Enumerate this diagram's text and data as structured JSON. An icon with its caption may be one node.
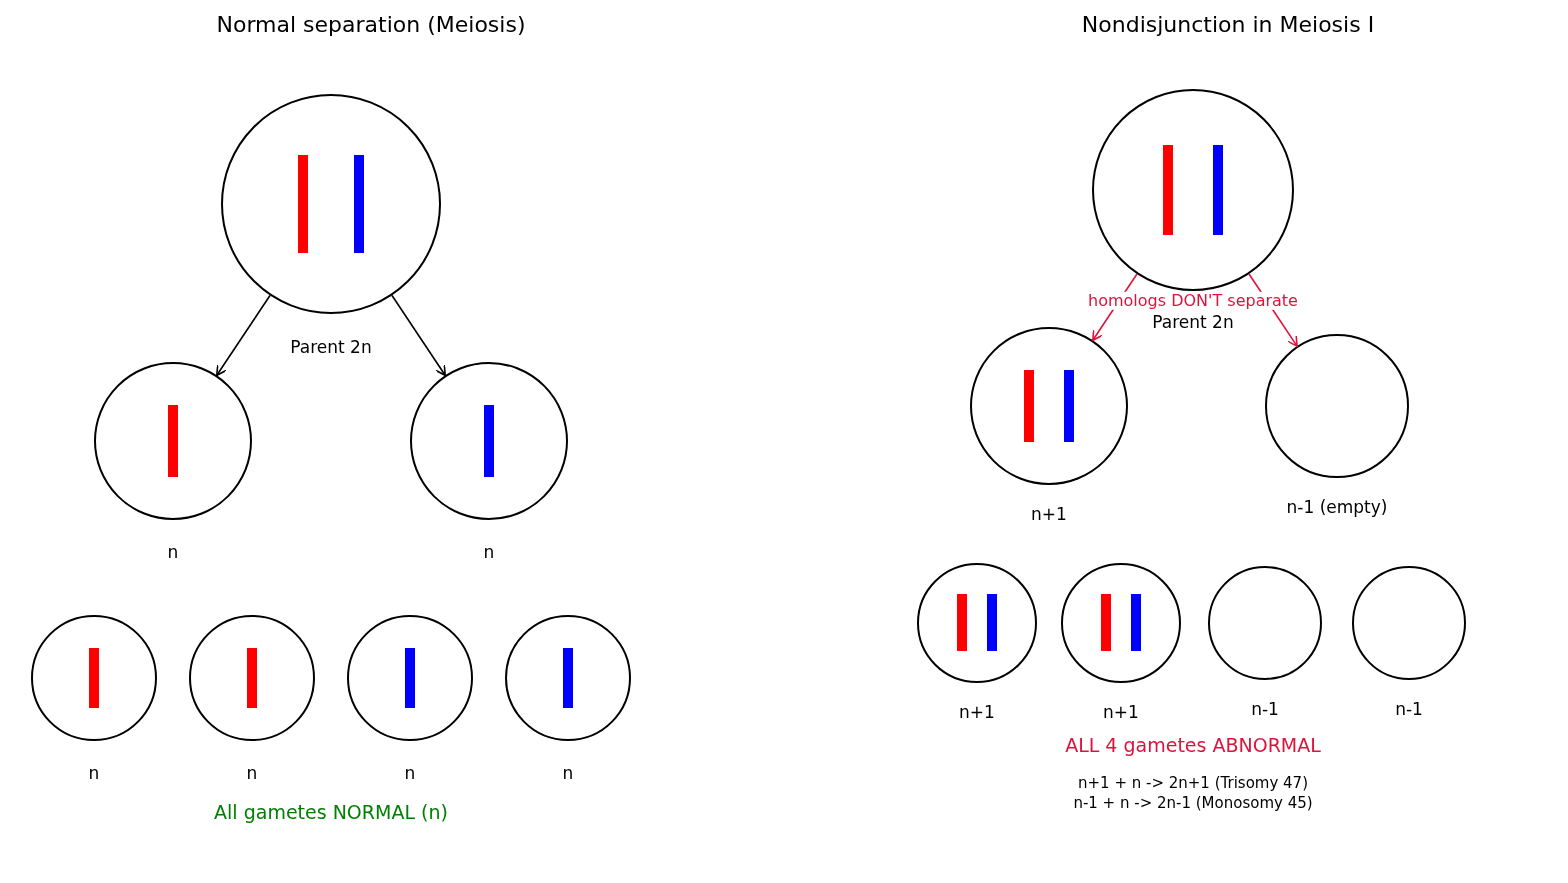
{
  "diagram": {
    "nodes": [
      {
        "text": [],
        "shape": "circle",
        "beside": [
          "Parent 2n"
        ]
      },
      {
        "text": [],
        "shape": "circle",
        "beside": [
          "n"
        ]
      },
      {
        "text": [],
        "shape": "circle",
        "beside": [
          "n"
        ]
      },
      {
        "text": [],
        "shape": "circle",
        "beside": [
          "n"
        ]
      },
      {
        "text": [],
        "shape": "circle",
        "beside": [
          "n"
        ]
      },
      {
        "text": [],
        "shape": "circle",
        "beside": [
          "n"
        ]
      },
      {
        "text": [],
        "shape": "circle",
        "beside": [
          "n"
        ]
      },
      {
        "text": [],
        "shape": "circle",
        "beside": [
          "Parent 2n"
        ]
      },
      {
        "text": [],
        "shape": "circle",
        "beside": [
          "n+1"
        ]
      },
      {
        "text": [],
        "shape": "circle",
        "beside": [
          "n-1 (empty)"
        ]
      },
      {
        "text": [],
        "shape": "circle",
        "beside": [
          "n+1"
        ]
      },
      {
        "text": [],
        "shape": "circle",
        "beside": [
          "n+1"
        ]
      },
      {
        "text": [],
        "shape": "circle",
        "beside": [
          "n-1"
        ]
      },
      {
        "text": [],
        "shape": "circle",
        "beside": [
          "n-1"
        ]
      }
    ],
    "edges": [
      {
        "from": 0,
        "to": 1,
        "arrow": "to"
      },
      {
        "from": 0,
        "to": 2,
        "arrow": "to"
      },
      {
        "from": 7,
        "to": 8,
        "arrow": "to",
        "color": "#dc143c"
      },
      {
        "from": 7,
        "to": 9,
        "arrow": "to",
        "color": "#dc143c"
      }
    ],
    "labels": [
      "Normal separation (Meiosis)",
      "Nondisjunction in Meiosis I",
      "homologs DON'T separate",
      "All gametes NORMAL (n)",
      "ALL 4 gametes ABNORMAL",
      "n+1 + n -> 2n+1 (Trisomy 47)",
      "n-1 + n -> 2n-1 (Monosomy 45)"
    ]
  }
}
